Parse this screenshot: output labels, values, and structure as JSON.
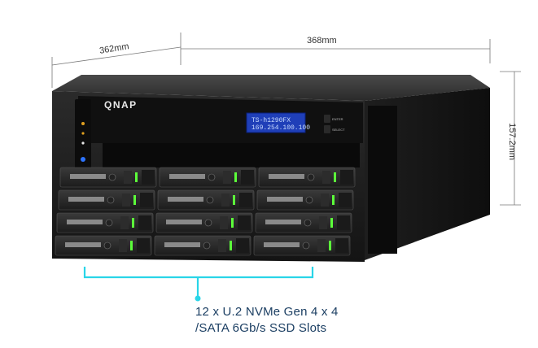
{
  "dimensions": {
    "width": "368mm",
    "depth": "362mm",
    "height": "157.2mm"
  },
  "device": {
    "brand": "QNAP",
    "lcd_line1": "TS-h1290FX",
    "lcd_line2": "169.254.100.100",
    "button_top": "ENTER",
    "button_bottom": "SELECT"
  },
  "caption": {
    "line1": "12 x U.2 NVMe Gen 4 x 4",
    "line2": "/SATA 6Gb/s SSD Slots"
  },
  "colors": {
    "bracket": "#29d5e8",
    "caption": "#1c3f63",
    "chassis": "#1a1a1a",
    "lcd": "#1f3fb8",
    "led_green": "#5cff3a"
  },
  "drive_bays": {
    "rows": 4,
    "columns": 3
  }
}
